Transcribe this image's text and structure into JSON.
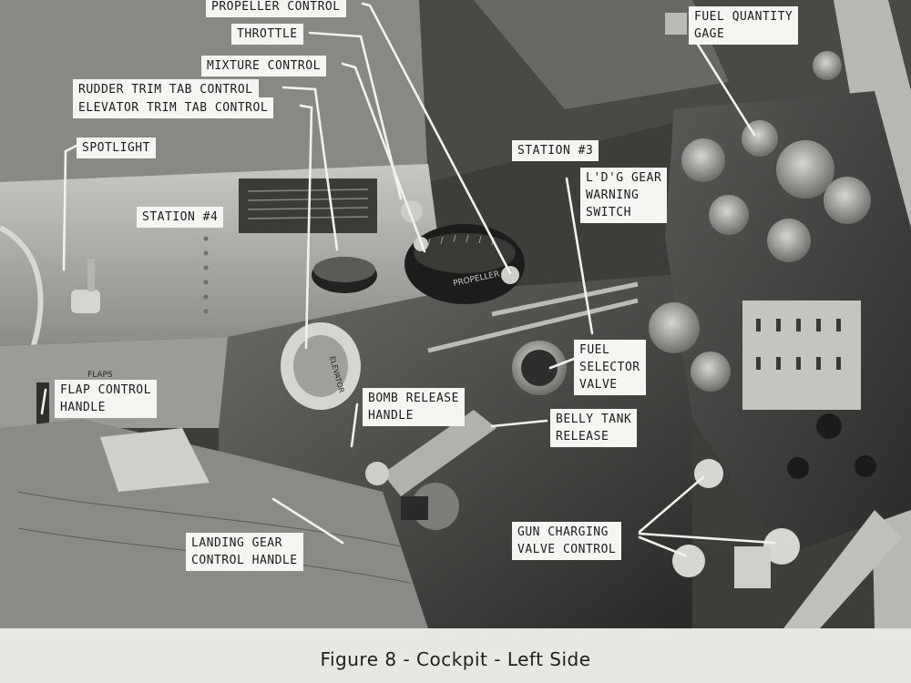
{
  "figure": {
    "caption": "Figure 8 - Cockpit - Left Side"
  },
  "callouts": {
    "propeller_control": "PROPELLER CONTROL",
    "throttle": "THROTTLE",
    "mixture_control": "MIXTURE CONTROL",
    "rudder_trim_tab_control": "RUDDER TRIM TAB CONTROL",
    "elevator_trim_tab_control": "ELEVATOR TRIM TAB CONTROL",
    "spotlight": "SPOTLIGHT",
    "station_4": "STATION #4",
    "station_3": "STATION #3",
    "fuel_quantity_gage": [
      "FUEL QUANTITY",
      "GAGE"
    ],
    "ldg_gear_warning_switch": [
      "L'D'G GEAR",
      "WARNING",
      "SWITCH"
    ],
    "fuel_selector_valve": [
      "FUEL",
      "SELECTOR",
      "VALVE"
    ],
    "flap_control_handle": [
      "FLAP CONTROL",
      "HANDLE"
    ],
    "bomb_release_handle": [
      "BOMB RELEASE",
      "HANDLE"
    ],
    "belly_tank_release": [
      "BELLY TANK",
      "RELEASE"
    ],
    "gun_charging_valve_control": [
      "GUN CHARGING",
      "VALVE CONTROL"
    ],
    "landing_gear_control_handle": [
      "LANDING GEAR",
      "CONTROL HANDLE"
    ]
  },
  "photo_markings": {
    "propeller_quadrant": "PROPELLER",
    "flaps_placard": "FLAPS",
    "elevator_wheel": "ELEVATOR"
  },
  "colors": {
    "page": "#e9e7e2",
    "label_bg": "#f6f5f1",
    "ink": "#1c1c1c"
  }
}
